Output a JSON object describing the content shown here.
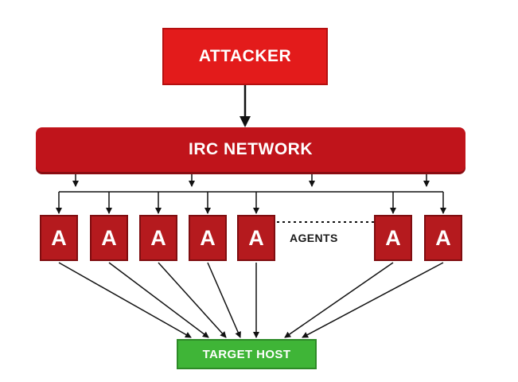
{
  "attacker": {
    "label": "ATTACKER"
  },
  "irc": {
    "label": "IRC NETWORK"
  },
  "agents": [
    {
      "label": "A"
    },
    {
      "label": "A"
    },
    {
      "label": "A"
    },
    {
      "label": "A"
    },
    {
      "label": "A"
    },
    {
      "label": "A"
    },
    {
      "label": "A"
    }
  ],
  "agents_label": "AGENTS",
  "target": {
    "label": "TARGET HOST"
  },
  "colors": {
    "attacker": "#e31b1b",
    "irc": "#c0141b",
    "agent": "#b51a1e",
    "target": "#3fb537",
    "lines": "#111111"
  }
}
